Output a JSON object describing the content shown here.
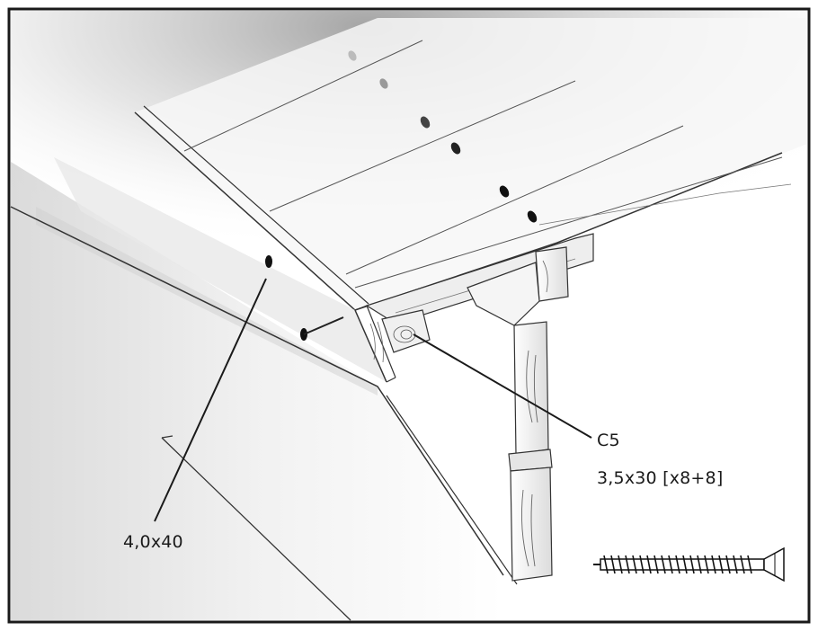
{
  "labels": {
    "part": "C5",
    "part_screw": "3,5x30 [x8+8]",
    "side_screw": "4,0x40"
  },
  "colors": {
    "frame": "#1a1a1a",
    "line": "#222222",
    "shade": "#c9c9c9",
    "wood": "#f4f4f4"
  },
  "icons": [
    "screw-icon"
  ]
}
